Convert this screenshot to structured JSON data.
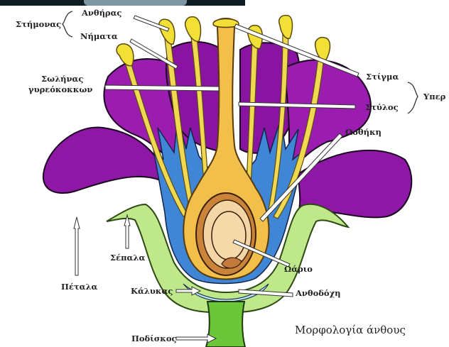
{
  "labels": {
    "stamens": "Στήμονας",
    "anther": "Ανθήρας",
    "filaments": "Νήματα",
    "pollen_tube": "Σωλήνας",
    "pollen_tube_2": "γυρεόκοκκων",
    "stigma": "Στίγμα",
    "style": "Στύλος",
    "pistil": "Υπερ",
    "ovary": "Ωοθήκη",
    "ovule": "Ωάριο",
    "receptacle": "Ανθοδόχη",
    "sepals": "Σέπαλα",
    "petals": "Πέταλα",
    "calyx": "Κάλυκας",
    "peduncle": "Ποδίσκος"
  },
  "title": "Μορφολογία άνθους",
  "colors": {
    "petal": "#8f17a6",
    "sepal": "#bfe88a",
    "receptacle_blue": "#3f86d6",
    "stem": "#6cc63a",
    "stamen": "#f0d850",
    "anther": "#f2e036",
    "ovary": "#f2c04a",
    "ovule": "#d99a56"
  }
}
